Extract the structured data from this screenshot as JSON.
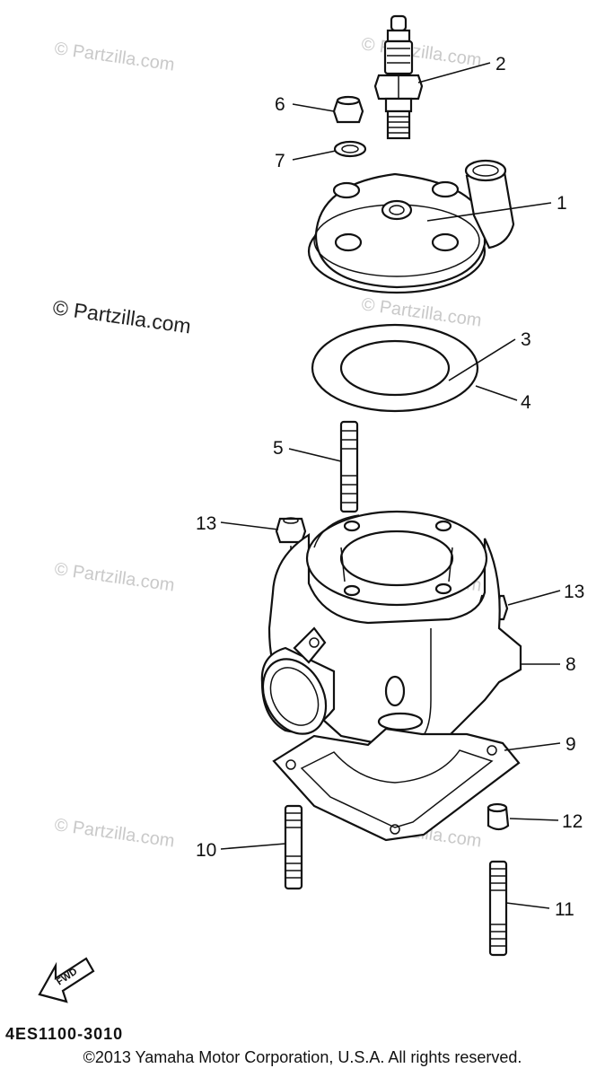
{
  "watermarks": {
    "faint": "© Partzilla.com",
    "main": "© Partzilla.com"
  },
  "callouts": {
    "c1": "1",
    "c2": "2",
    "c3": "3",
    "c4": "4",
    "c5": "5",
    "c6": "6",
    "c7": "7",
    "c8": "8",
    "c9": "9",
    "c10": "10",
    "c11": "11",
    "c12": "12",
    "c13a": "13",
    "c13b": "13"
  },
  "fwd_label": "FWD",
  "ref_code": "4ES1100-3010",
  "copyright": "©2013 Yamaha Motor Corporation, U.S.A. All rights reserved."
}
